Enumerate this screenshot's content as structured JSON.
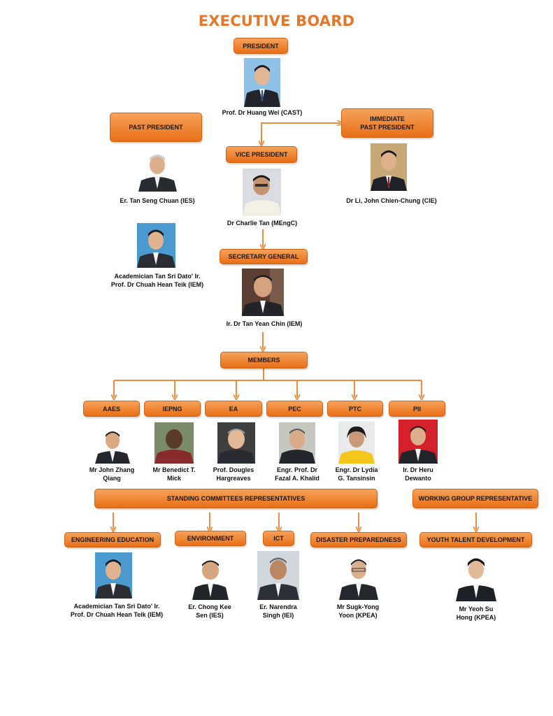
{
  "title": "EXECUTIVE BOARD",
  "colors": {
    "accent": "#e86f16",
    "title": "#e4782a",
    "line": "#f08a3c"
  },
  "president": {
    "role": "PRESIDENT",
    "name": "Prof. Dr Huang Wei (CAST)"
  },
  "past_president": {
    "role": "PAST PRESIDENT",
    "names": [
      "Er. Tan Seng Chuan (IES)",
      "Academician Tan Sri Dato' Ir.\nProf. Dr Chuah Hean Teik (IEM)"
    ]
  },
  "immediate_past_president": {
    "role": "IMMEDIATE\nPAST PRESIDENT",
    "name": "Dr Li, John Chien-Chung (CIE)"
  },
  "vice_president": {
    "role": "VICE PRESIDENT",
    "name": "Dr Charlie Tan (MEngC)"
  },
  "secretary_general": {
    "role": "SECRETARY GENERAL",
    "name": "Ir. Dr Tan Yean Chin (IEM)"
  },
  "members": {
    "label": "MEMBERS",
    "items": [
      {
        "org": "AAES",
        "name": "Mr John Zhang\nQiang"
      },
      {
        "org": "IEPNG",
        "name": "Mr Benedict T.\nMick"
      },
      {
        "org": "EA",
        "name": "Prof. Dougles\nHargreaves"
      },
      {
        "org": "PEC",
        "name": "Engr. Prof. Dr\nFazal A. Khalid"
      },
      {
        "org": "PTC",
        "name": "Engr. Dr Lydia\nG. Tansinsin"
      },
      {
        "org": "PII",
        "name": "Ir. Dr Heru\nDewanto"
      }
    ]
  },
  "standing_committees": {
    "label": "STANDING COMMITTEES REPRESENTATIVES",
    "items": [
      {
        "committee": "ENGINEERING EDUCATION",
        "name": "Academician Tan Sri Dato' Ir.\nProf. Dr Chuah Hean Teik (IEM)"
      },
      {
        "committee": "ENVIRONMENT",
        "name": "Er. Chong Kee\nSen (IES)"
      },
      {
        "committee": "ICT",
        "name": "Er. Narendra\nSingh (IEI)"
      },
      {
        "committee": "DISASTER PREPAREDNESS",
        "name": "Mr Sugk-Yong\nYoon (KPEA)"
      }
    ]
  },
  "working_group": {
    "label": "WORKING GROUP REPRESENTATIVE",
    "items": [
      {
        "committee": "YOUTH TALENT DEVELOPMENT",
        "name": "Mr Yeoh Su\nHong (KPEA)"
      }
    ]
  }
}
